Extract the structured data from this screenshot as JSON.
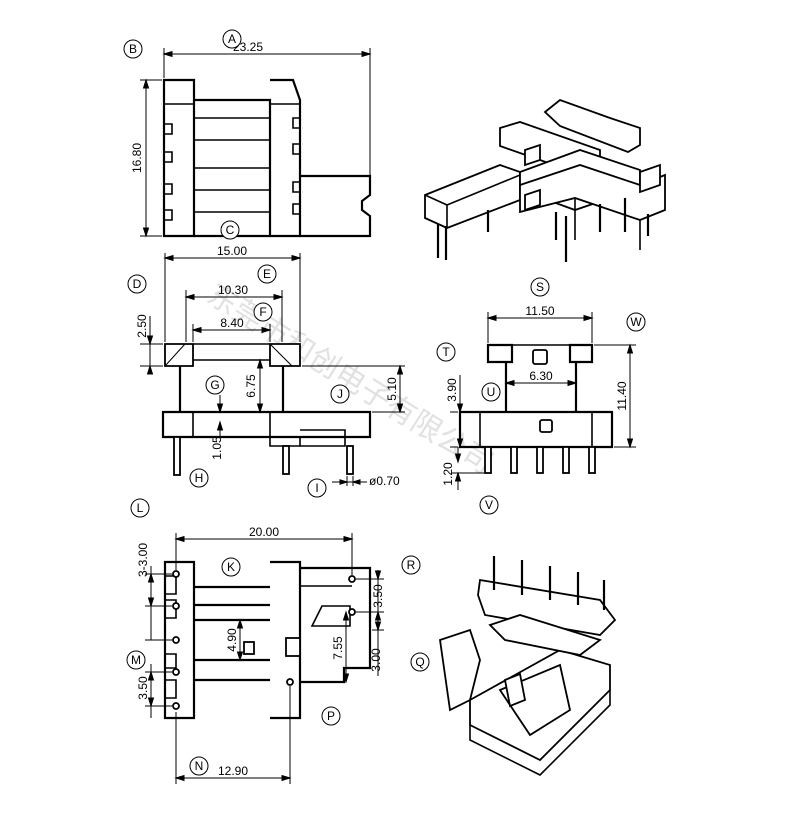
{
  "watermark": "东莞市和创电子有限公司",
  "labels": {
    "A": "A",
    "B": "B",
    "C": "C",
    "D": "D",
    "E": "E",
    "F": "F",
    "G": "G",
    "H": "H",
    "I": "I",
    "J": "J",
    "K": "K",
    "L": "L",
    "M": "M",
    "N": "N",
    "P": "P",
    "Q": "Q",
    "R": "R",
    "S": "S",
    "T": "T",
    "U": "U",
    "V": "V",
    "W": "W"
  },
  "dimensions": {
    "top_width": "23.25",
    "top_height": "16.80",
    "front_width": "15.00",
    "front_inner": "10.30",
    "front_core": "8.40",
    "front_flange": "2.50",
    "front_window": "6.75",
    "front_height": "5.10",
    "front_base": "1.05",
    "pin_dia": "ø0.70",
    "side_width": "11.50",
    "side_core": "6.30",
    "side_body": "3.90",
    "side_height": "11.40",
    "side_pin": "1.20",
    "bottom_width": "20.00",
    "bottom_pitch_left": "3-3.00",
    "bottom_pitch_right": "3.50",
    "bottom_core": "4.90",
    "bottom_mid": "7.55",
    "bottom_right_low": "3.00",
    "bottom_left_low": "3.50",
    "bottom_base": "12.90"
  }
}
